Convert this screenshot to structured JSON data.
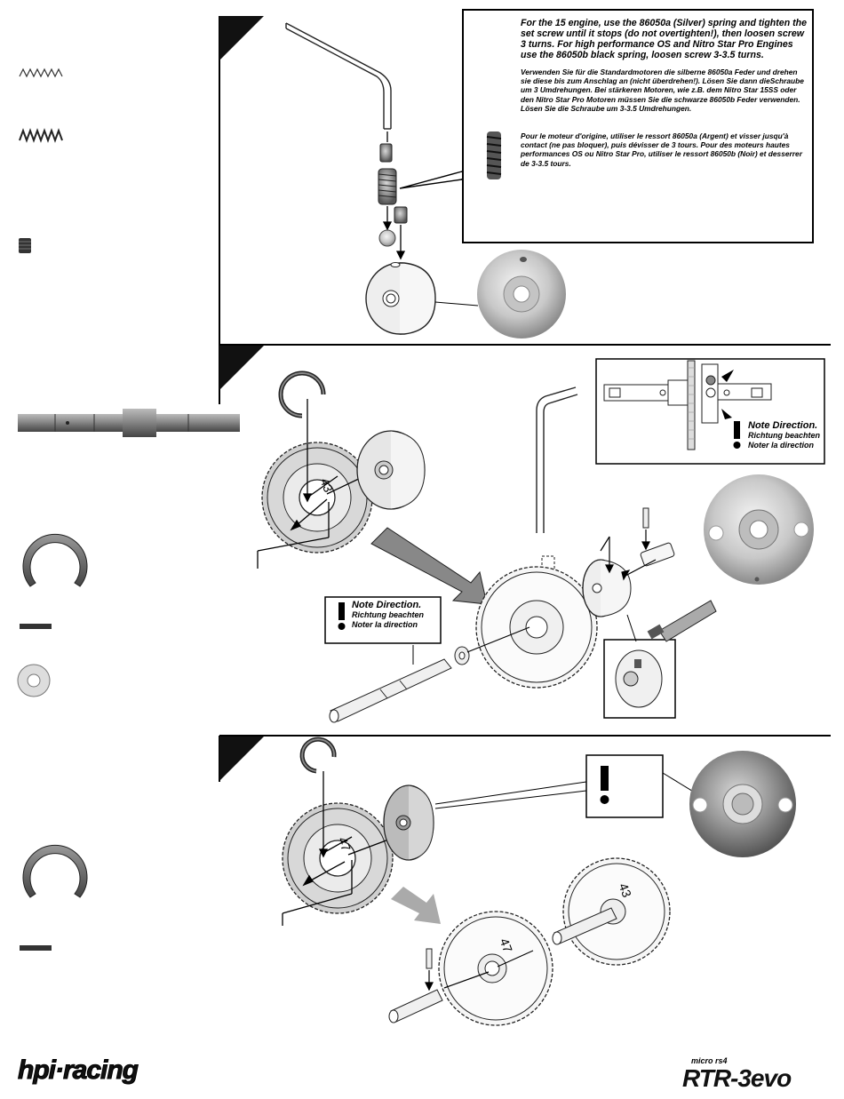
{
  "callout": {
    "english": "For the      15 engine, use the 86050a (Silver) spring and tighten the set screw until it stops (do not overtighten!), then loosen screw 3 turns. For high performance OS and Nitro Star Pro Engines use the 86050b black spring, loosen screw 3-3.5 turns.",
    "german": "Verwenden Sie für die Standardmotoren die silberne 86050a Feder und drehen sie diese bis zum Anschlag an (nicht überdrehen!). Lösen Sie dann dieSchraube um 3 Umdrehungen. Bei stärkeren Motoren, wie z.B. dem Nitro Star 15SS oder den Nitro Star Pro Motoren müssen Sie die schwarze 86050b Feder verwenden. Lösen Sie die Schraube um 3-3.5 Umdrehungen.",
    "french": "Pour le moteur d'origine, utiliser le ressort 86050a (Argent) et visser jusqu'à contact (ne pas bloquer), puis dévisser de 3 tours. Pour des moteurs hautes performances OS ou Nitro Star Pro, utiliser le ressort 86050b (Noir) et desserrer de 3-3.5 tours."
  },
  "note_top_right": {
    "line1": "Note Direction.",
    "line2": "Richtung beachten",
    "line3": "Noter la direction"
  },
  "note_middle": {
    "line1": "Note Direction.",
    "line2": "Richtung beachten",
    "line3": "Noter la direction"
  },
  "gear_labels": {
    "gear_a": "43",
    "gear_b": "47",
    "gear_c": "47",
    "gear_d": "43"
  },
  "footer": {
    "brand_logo": "hpi·racing",
    "product_logo_small": "micro rs4",
    "product_logo": "RTR-3evo"
  },
  "icons": {
    "warning": "exclamation-icon"
  }
}
